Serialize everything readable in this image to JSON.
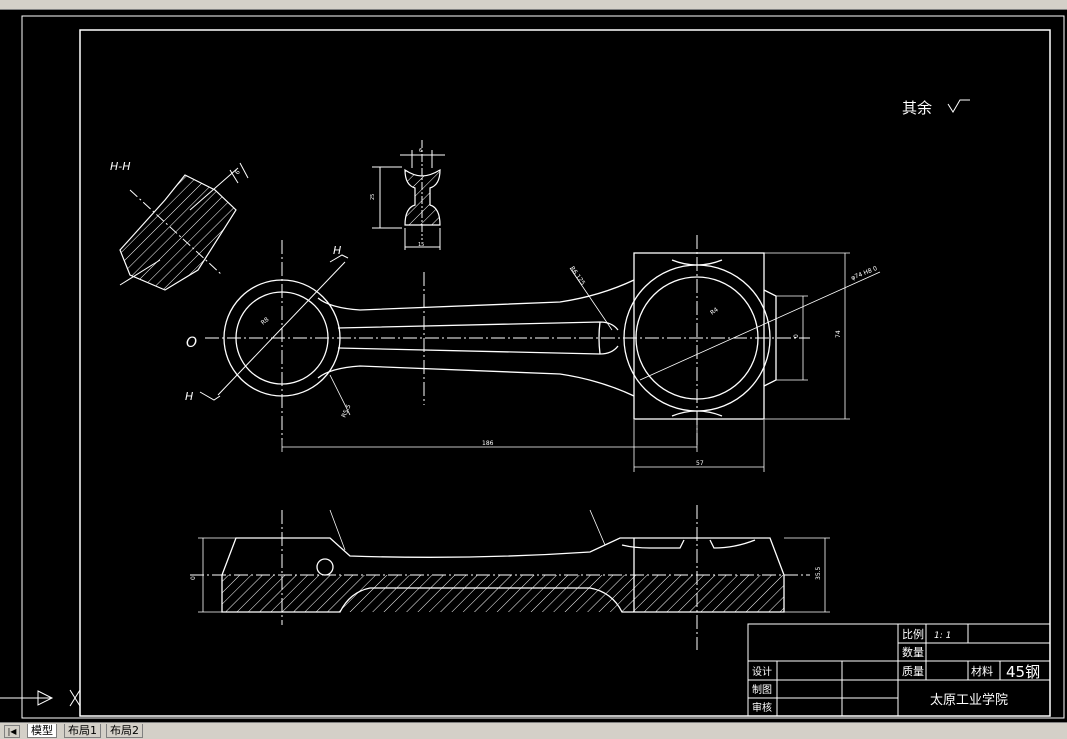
{
  "drawing": {
    "surface_note": "其余",
    "section_label": "H-H",
    "center_label": "O",
    "cut_label": "H",
    "dims": {
      "d1": "6",
      "d2": "25",
      "d3": "15",
      "d4": "74",
      "d5": "57",
      "d6": "186",
      "d7": "0",
      "d8": "R8",
      "d9": "R4",
      "d10": "φ74 H8 0",
      "d11": "R6.125",
      "d12": "R5.5",
      "d13": "35.5"
    }
  },
  "title_block": {
    "scale_label": "比例",
    "scale_value": "1: 1",
    "quantity_label": "数量",
    "design_label": "设计",
    "mass_label": "质量",
    "material_label": "材料",
    "material_value": "45钢",
    "draw_label": "制图",
    "check_label": "审核",
    "school": "太原工业学院"
  },
  "tabs": [
    {
      "label": "模型"
    },
    {
      "label": "布局1"
    },
    {
      "label": "布局2"
    }
  ],
  "nav": {
    "first": "|◀"
  },
  "colors": {
    "canvas": "#000000",
    "line": "#ffffff",
    "chrome": "#d4d0c8"
  }
}
